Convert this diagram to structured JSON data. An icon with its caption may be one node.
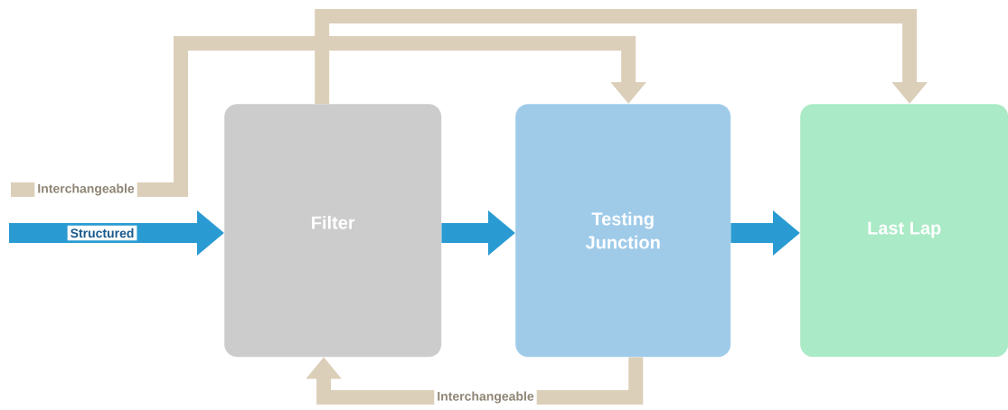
{
  "diagram": {
    "nodes": [
      {
        "text": [
          "Filter"
        ]
      },
      {
        "text": [
          "Testing Junction"
        ]
      },
      {
        "text": [
          "Last Lap"
        ]
      }
    ],
    "edges": [
      {
        "from": null,
        "to": 0,
        "arrow": "to",
        "label": "Structured"
      },
      {
        "from": 0,
        "to": 1,
        "arrow": "to"
      },
      {
        "from": 1,
        "to": 2,
        "arrow": "to"
      },
      {
        "from": null,
        "to": 1,
        "arrow": "to",
        "label": "Interchangeable",
        "color": "#dccfb9"
      },
      {
        "from": 0,
        "to": 2,
        "arrow": "to",
        "color": "#dccfb9"
      },
      {
        "from": 1,
        "to": 0,
        "arrow": "to",
        "label": "Interchangeable",
        "color": "#dccfb9"
      }
    ]
  }
}
